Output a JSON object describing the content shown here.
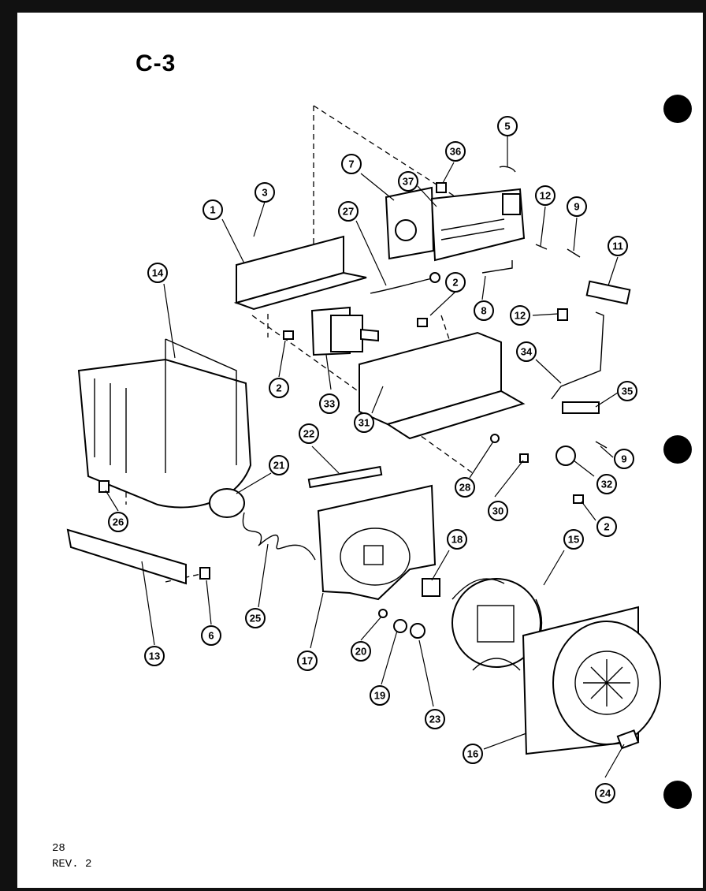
{
  "diagram": {
    "title": "C-3",
    "page_number": "28",
    "revision": "REV. 2",
    "callouts": [
      "1",
      "2",
      "2",
      "2",
      "3",
      "5",
      "6",
      "7",
      "8",
      "9",
      "9",
      "11",
      "12",
      "12",
      "13",
      "14",
      "15",
      "16",
      "17",
      "18",
      "19",
      "20",
      "21",
      "22",
      "23",
      "24",
      "25",
      "26",
      "27",
      "28",
      "30",
      "31",
      "32",
      "33",
      "34",
      "35",
      "36",
      "37"
    ]
  }
}
